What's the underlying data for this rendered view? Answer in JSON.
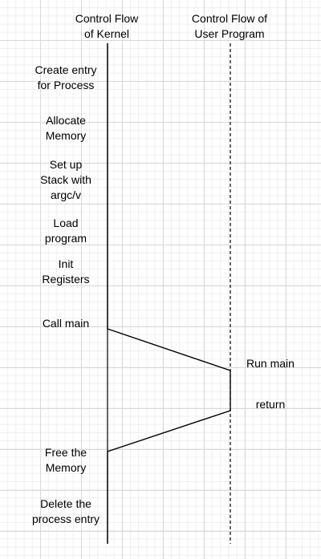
{
  "headers": {
    "kernel": "Control Flow\nof Kernel",
    "user": "Control Flow of\nUser Program"
  },
  "kernel_steps": [
    "Create entry\nfor Process",
    "Allocate\nMemory",
    "Set up\nStack with\nargc/v",
    "Load\nprogram",
    "Init\nRegisters",
    "Call main"
  ],
  "user_steps": [
    "Run main",
    "return"
  ],
  "cleanup_steps": [
    "Free the\nMemory",
    "Delete the\nprocess entry"
  ],
  "colors": {
    "line": "#000000",
    "grid_major": "#d9d9d9",
    "grid_minor": "#efefef"
  }
}
